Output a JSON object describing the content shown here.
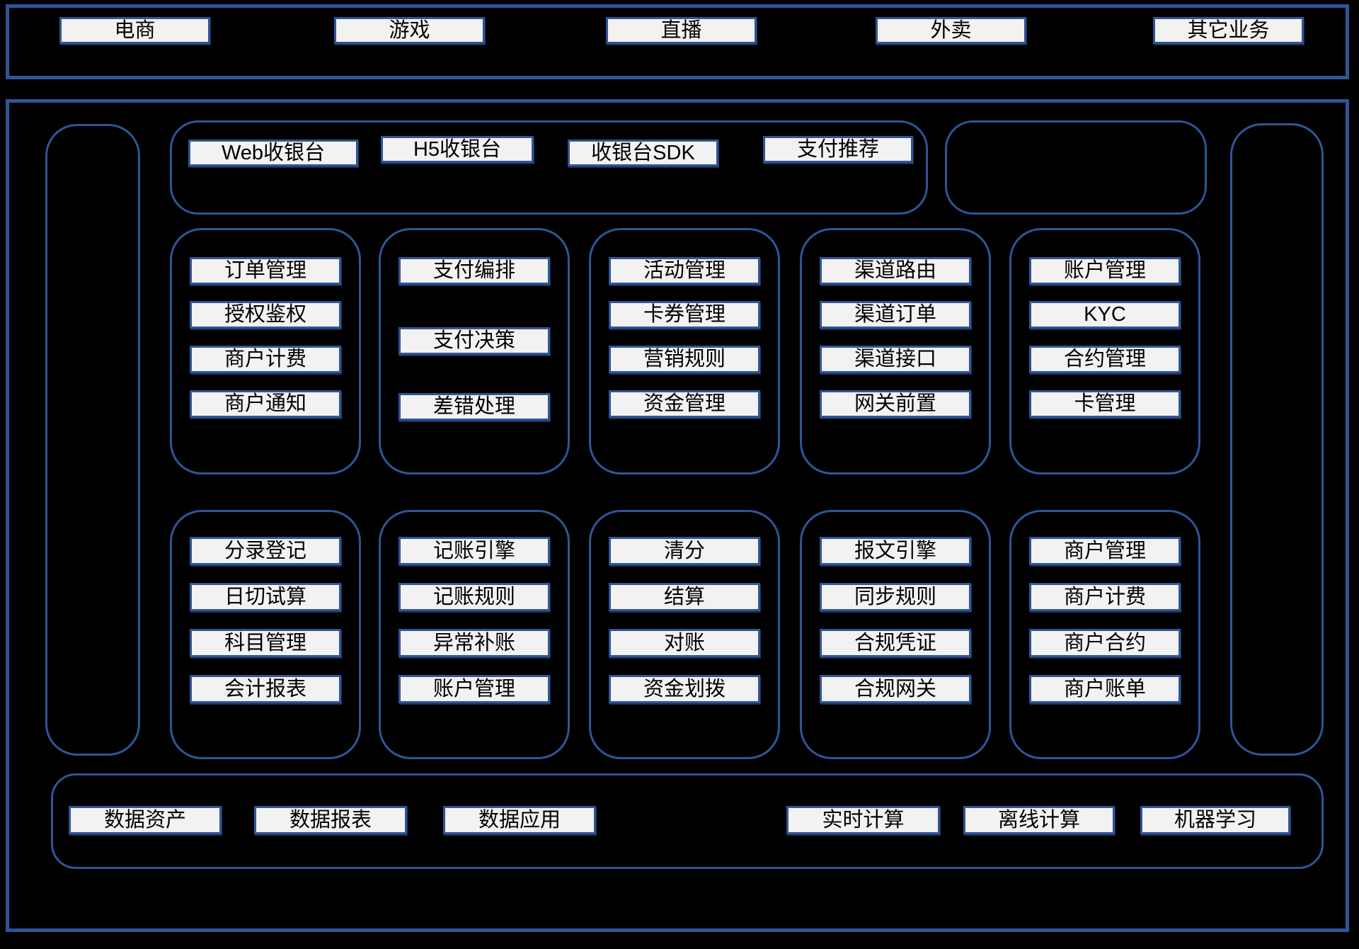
{
  "colors": {
    "background": "#000000",
    "border_blue": "#2F5597",
    "node_fill": "#F2F2F2",
    "node_text": "#000000"
  },
  "top_banner": {
    "items": [
      "电商",
      "游戏",
      "直播",
      "外卖",
      "其它业务"
    ]
  },
  "cashier": {
    "items": [
      "Web收银台",
      "H5收银台",
      "收银台SDK",
      "支付推荐"
    ]
  },
  "row1_groups": [
    {
      "items": [
        "订单管理",
        "授权鉴权",
        "商户计费",
        "商户通知"
      ]
    },
    {
      "items": [
        "支付编排",
        "支付决策",
        "差错处理"
      ]
    },
    {
      "items": [
        "活动管理",
        "卡券管理",
        "营销规则",
        "资金管理"
      ]
    },
    {
      "items": [
        "渠道路由",
        "渠道订单",
        "渠道接口",
        "网关前置"
      ]
    },
    {
      "items": [
        "账户管理",
        "KYC",
        "合约管理",
        "卡管理"
      ]
    }
  ],
  "row2_groups": [
    {
      "items": [
        "分录登记",
        "日切试算",
        "科目管理",
        "会计报表"
      ]
    },
    {
      "items": [
        "记账引擎",
        "记账规则",
        "异常补账",
        "账户管理"
      ]
    },
    {
      "items": [
        "清分",
        "结算",
        "对账",
        "资金划拨"
      ]
    },
    {
      "items": [
        "报文引擎",
        "同步规则",
        "合规凭证",
        "合规网关"
      ]
    },
    {
      "items": [
        "商户管理",
        "商户计费",
        "商户合约",
        "商户账单"
      ]
    }
  ],
  "data_platform": {
    "left_items": [
      "数据资产",
      "数据报表",
      "数据应用"
    ],
    "right_items": [
      "实时计算",
      "离线计算",
      "机器学习"
    ]
  }
}
